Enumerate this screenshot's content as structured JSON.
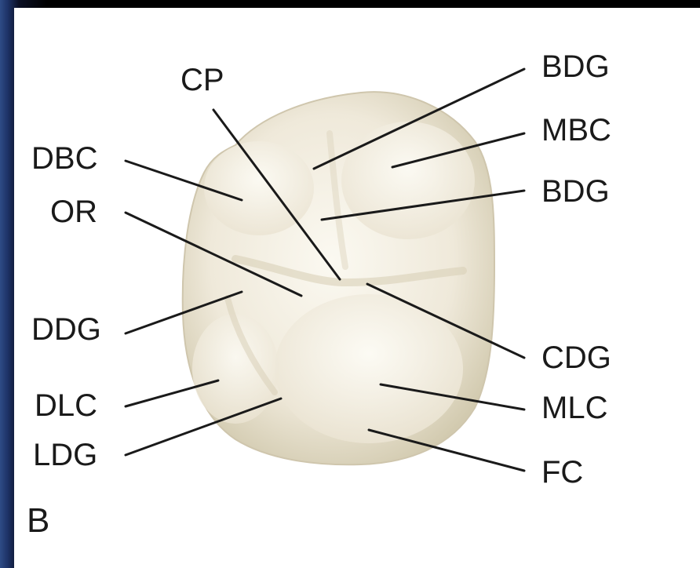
{
  "panel_letter": "B",
  "labels": {
    "cp": "CP",
    "dbc": "DBC",
    "or": "OR",
    "ddg": "DDG",
    "dlc": "DLC",
    "ldg": "LDG",
    "bdg_top": "BDG",
    "mbc": "MBC",
    "bdg_mid": "BDG",
    "cdg": "CDG",
    "mlc": "MLC",
    "fc": "FC"
  },
  "colors": {
    "background_frame": "#000000",
    "panel": "#ffffff",
    "tooth_light": "#f7f4ea",
    "tooth_mid": "#e6dfcc",
    "tooth_shadow": "#c7bfa8",
    "leader_line": "#1a1a1a",
    "label_text": "#1a1a1a"
  }
}
